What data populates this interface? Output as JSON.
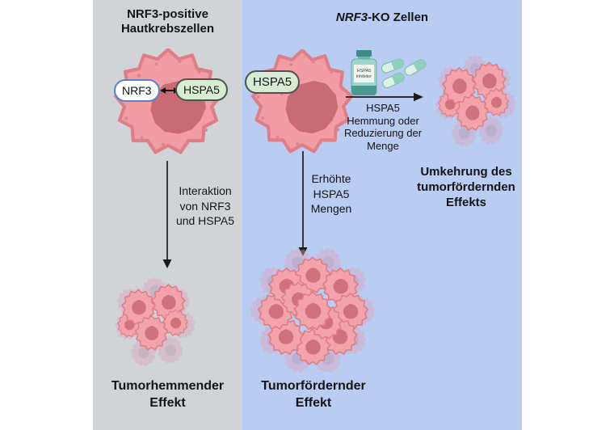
{
  "figure": {
    "left_panel": {
      "title": "NRF3-positive\nHautkrebszellen",
      "nrf3_pill": "NRF3",
      "hspa5_pill": "HSPA5",
      "arrow_caption": "Interaktion\nvon NRF3\nund HSPA5",
      "effect_label": "Tumorhemmender\nEffekt"
    },
    "right_panel": {
      "title_gene": "NRF3",
      "title_rest": "-KO Zellen",
      "hspa5_pill": "HSPA5",
      "down_arrow_caption": "Erhöhte\nHSPA5\nMengen",
      "effect_label": "Tumorfördernder\nEffekt",
      "inhibitor_bottle_line1": "HSPA5",
      "inhibitor_bottle_line2": "inhibitor",
      "inhibitor_caption": "HSPA5\nHemmung oder\nReduzierung der\nMenge",
      "reversal_label": "Umkehrung des\ntumorfördernden\nEffekts"
    },
    "colors": {
      "left_panel_bg": "#d1d4d6",
      "right_panel_bg": "#b9ccf1",
      "cell_body": "#f19da3",
      "cell_outline": "#de7e88",
      "nucleus": "#c96b74",
      "faded_cell": "#dba6c0",
      "nrf3_pill_border": "#5c7fd1",
      "hspa5_pill_bg": "#d8ecd4",
      "inhibitor_teal": "#8fd0bd",
      "arrow_color": "#1a1a1a"
    }
  }
}
